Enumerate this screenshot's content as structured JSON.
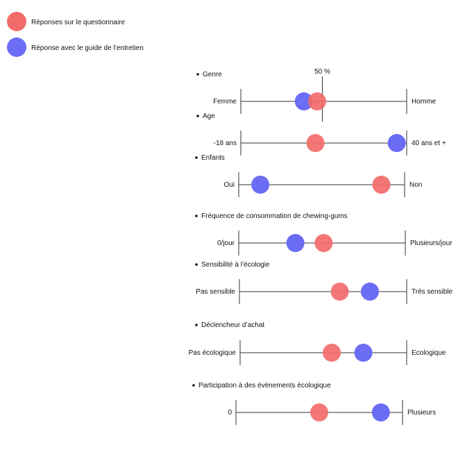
{
  "legend": {
    "items": [
      {
        "label": "Réponses sur le questionnaire",
        "color": "#f26b6b"
      },
      {
        "label": "Réponse avec le guide de l’entretien",
        "color": "#6b6df5"
      }
    ]
  },
  "midline_label": "50 %",
  "scales": [
    {
      "title": "Genre",
      "left": "Femme",
      "right": "Homme",
      "questionnaire": 0.46,
      "entretien": 0.38
    },
    {
      "title": "Age",
      "left": "-18 ans",
      "right": "40 ans et +",
      "questionnaire": 0.45,
      "entretien": 0.94
    },
    {
      "title": "Enfants",
      "left": "Oui",
      "right": "Non",
      "questionnaire": 0.86,
      "entretien": 0.13
    },
    {
      "title": "Fréquence de consommation de chewing-gums",
      "left": "0/jour",
      "right": "Plusieurs/jour",
      "questionnaire": 0.51,
      "entretien": 0.34
    },
    {
      "title": "Sensibilité à l’écologie",
      "left": "Pas sensible",
      "right": "Très sensible",
      "questionnaire": 0.6,
      "entretien": 0.78
    },
    {
      "title": "Déclencheur d’achat",
      "left": "Pas écologique",
      "right": "Ecologique",
      "questionnaire": 0.55,
      "entretien": 0.74
    },
    {
      "title": "Participation à des évènements écologique",
      "left": "0",
      "right": "Plusieurs",
      "questionnaire": 0.5,
      "entretien": 0.87
    }
  ]
}
